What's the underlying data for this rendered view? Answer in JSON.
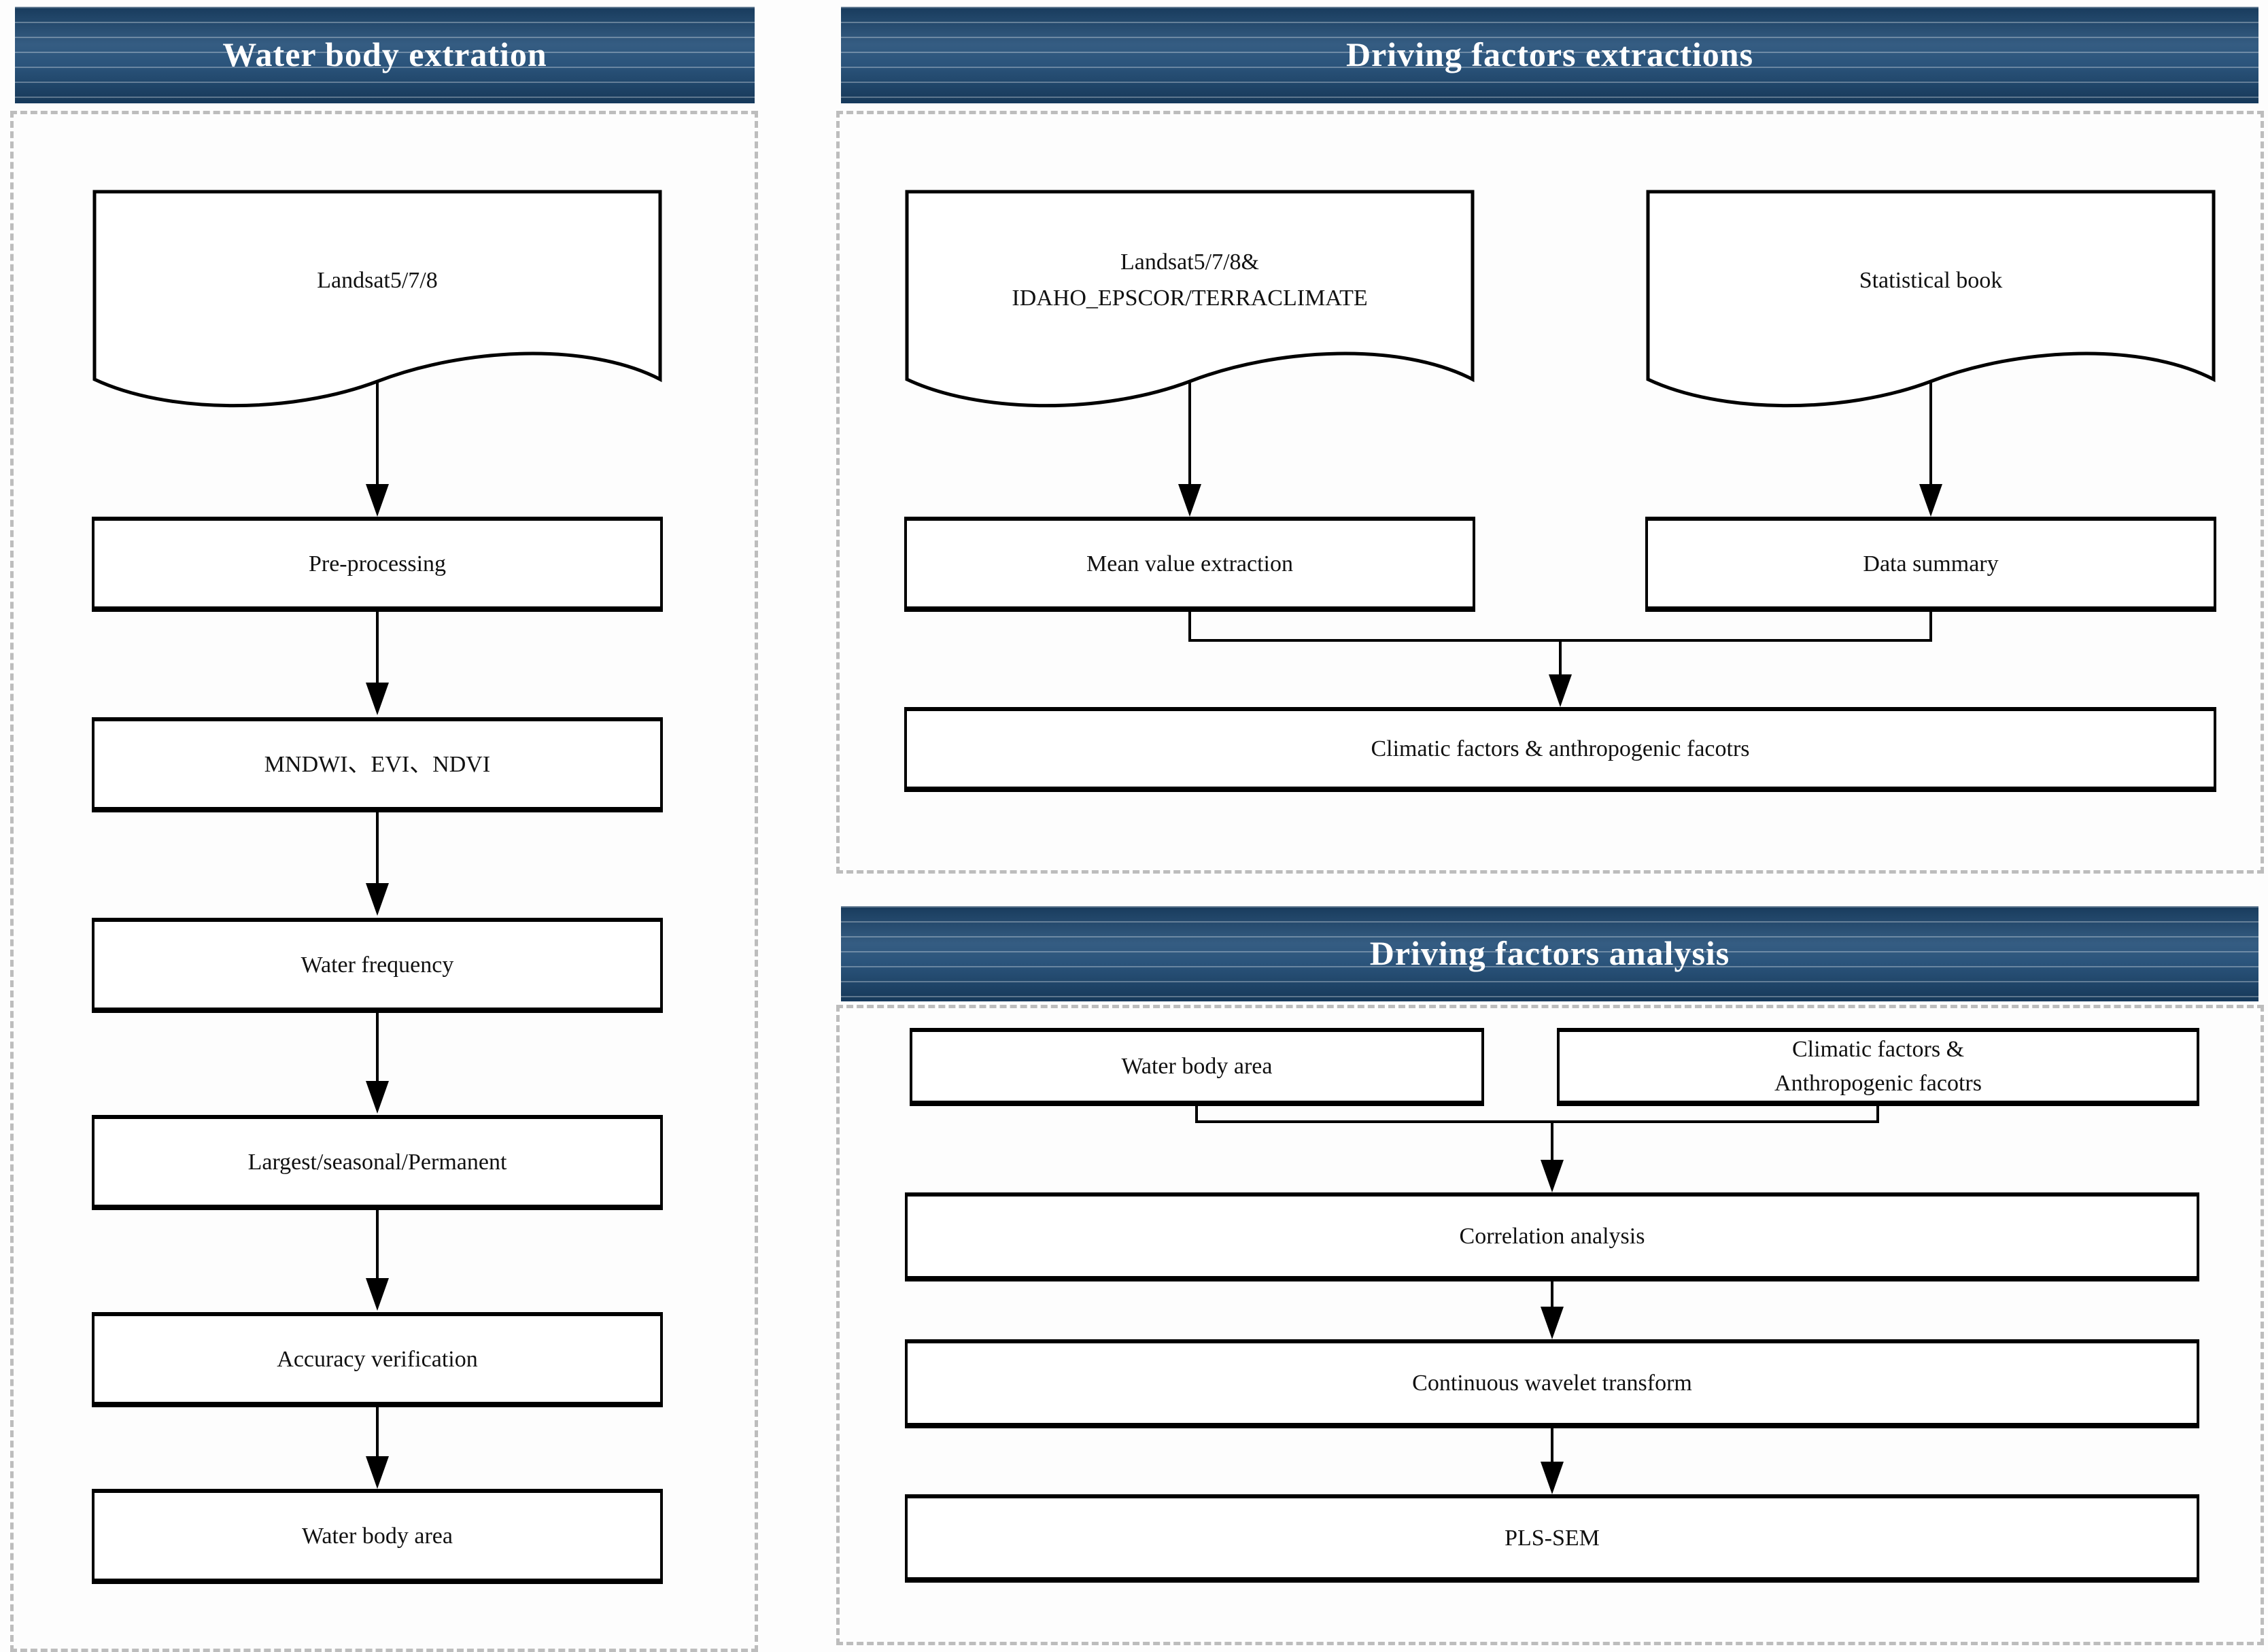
{
  "colors": {
    "header_background": "#1e4a74",
    "header_stripe": "#7e96b0",
    "header_text": "#ffffff",
    "box_background": "#ffffff",
    "box_border": "#000000",
    "panel_dash_border": "#bdbdbd",
    "arrow": "#000000"
  },
  "panel_water_extraction": {
    "title": "Water body extration",
    "doc_landsat": "Landsat5/7/8",
    "pre_processing": "Pre-processing",
    "indices": "MNDWI、EVI、NDVI",
    "water_frequency": "Water frequency",
    "largest_seasonal_permanent": "Largest/seasonal/Permanent",
    "accuracy_verification": "Accuracy verification",
    "water_body_area": "Water body area"
  },
  "panel_driving_factors_extraction": {
    "title": "Driving factors extractions",
    "doc_landsat_climate": {
      "line1": "Landsat5/7/8&",
      "line2": "IDAHO_EPSCOR/TERRACLIMATE"
    },
    "doc_statistical_book": "Statistical book",
    "mean_value_extraction": "Mean value extraction",
    "data_summary": "Data summary",
    "climatic_anthropogenic": "Climatic factors & anthropogenic facotrs"
  },
  "panel_driving_factors_analysis": {
    "title": "Driving factors analysis",
    "water_body_area": "Water body area",
    "climatic_anthropogenic": {
      "line1": "Climatic factors &",
      "line2": "Anthropogenic facotrs"
    },
    "correlation_analysis": "Correlation analysis",
    "continuous_wavelet_transform": "Continuous wavelet transform",
    "pls_sem": "PLS-SEM"
  }
}
